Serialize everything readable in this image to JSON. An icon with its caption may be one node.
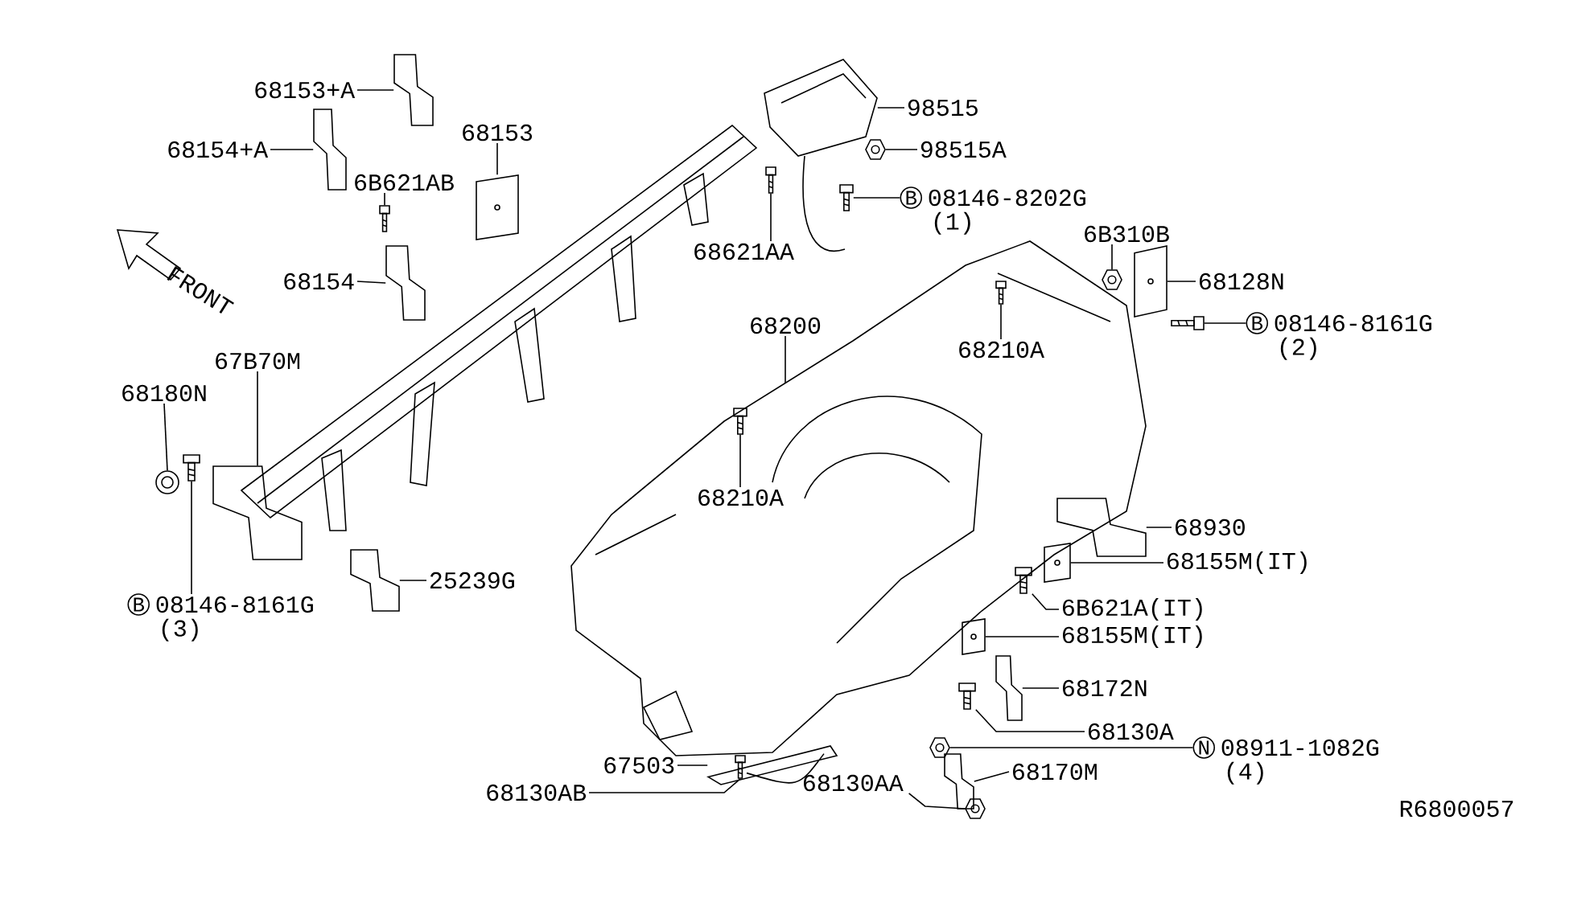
{
  "diagram": {
    "nodes": [
      {
        "text": [
          "68153+A"
        ]
      },
      {
        "text": [
          "68153"
        ]
      },
      {
        "text": [
          "68154+A"
        ]
      },
      {
        "text": [
          "6B621AB"
        ]
      },
      {
        "text": [
          "68154"
        ]
      },
      {
        "text": [
          "67B70M"
        ]
      },
      {
        "text": [
          "68180N"
        ]
      },
      {
        "text": [
          "B",
          "08146-8161G",
          "(3)"
        ]
      },
      {
        "text": [
          "25239G"
        ]
      },
      {
        "text": [
          "98515"
        ]
      },
      {
        "text": [
          "98515A"
        ]
      },
      {
        "text": [
          "B",
          "08146-8202G",
          "(1)"
        ]
      },
      {
        "text": [
          "68621AA"
        ]
      },
      {
        "text": [
          "6B310B"
        ]
      },
      {
        "text": [
          "68128N"
        ]
      },
      {
        "text": [
          "B",
          "08146-8161G",
          "(2)"
        ]
      },
      {
        "text": [
          "68200"
        ]
      },
      {
        "text": [
          "68210A"
        ]
      },
      {
        "text": [
          "68210A"
        ]
      },
      {
        "text": [
          "68930"
        ]
      },
      {
        "text": [
          "68155M(IT)"
        ]
      },
      {
        "text": [
          "6B621A(IT)"
        ]
      },
      {
        "text": [
          "68155M(IT)"
        ]
      },
      {
        "text": [
          "68172N"
        ]
      },
      {
        "text": [
          "68130A"
        ]
      },
      {
        "text": [
          "N",
          "08911-1082G",
          "(4)"
        ]
      },
      {
        "text": [
          "68170M"
        ]
      },
      {
        "text": [
          "67503"
        ]
      },
      {
        "text": [
          "68130AB"
        ]
      },
      {
        "text": [
          "68130AA"
        ]
      },
      {
        "text": [],
        "shape": "picture"
      },
      {
        "text": [],
        "shape": "picture"
      },
      {
        "text": [],
        "shape": "picture"
      },
      {
        "text": [],
        "shape": "picture"
      },
      {
        "text": [],
        "shape": "picture"
      },
      {
        "text": [],
        "shape": "picture"
      },
      {
        "text": [],
        "shape": "picture"
      },
      {
        "text": [],
        "shape": "picture"
      },
      {
        "text": [],
        "shape": "picture"
      },
      {
        "text": [],
        "shape": "picture"
      },
      {
        "text": [],
        "shape": "picture"
      },
      {
        "text": [],
        "shape": "picture"
      },
      {
        "text": [],
        "shape": "picture"
      },
      {
        "text": [],
        "shape": "picture"
      },
      {
        "text": [],
        "shape": "picture"
      },
      {
        "text": [],
        "shape": "picture"
      },
      {
        "text": [],
        "shape": "picture"
      },
      {
        "text": [],
        "shape": "picture"
      },
      {
        "text": [],
        "shape": "picture"
      },
      {
        "text": [],
        "shape": "picture"
      },
      {
        "text": [],
        "shape": "picture"
      },
      {
        "text": [],
        "shape": "picture"
      },
      {
        "text": [],
        "shape": "picture"
      },
      {
        "text": [],
        "shape": "picture"
      },
      {
        "text": [],
        "shape": "picture"
      },
      {
        "text": [],
        "shape": "picture"
      },
      {
        "text": [],
        "shape": "picture"
      },
      {
        "text": [],
        "shape": "picture"
      },
      {
        "text": [],
        "shape": "picture"
      }
    ],
    "edges": [
      {
        "from": 0,
        "to": 30,
        "arrow": "none"
      },
      {
        "from": 1,
        "to": 31,
        "arrow": "none"
      },
      {
        "from": 2,
        "to": 32,
        "arrow": "none"
      },
      {
        "from": 3,
        "to": 33,
        "arrow": "none"
      },
      {
        "from": 4,
        "to": 34,
        "arrow": "none"
      },
      {
        "from": 5,
        "to": 35,
        "arrow": "none"
      },
      {
        "from": 6,
        "to": 36,
        "arrow": "none"
      },
      {
        "from": 7,
        "to": 37,
        "arrow": "none"
      },
      {
        "from": 8,
        "to": 38,
        "arrow": "none"
      },
      {
        "from": 9,
        "to": 39,
        "arrow": "none"
      },
      {
        "from": 10,
        "to": 40,
        "arrow": "none"
      },
      {
        "from": 11,
        "to": 41,
        "arrow": "none"
      },
      {
        "from": 12,
        "to": 42,
        "arrow": "none"
      },
      {
        "from": 13,
        "to": 43,
        "arrow": "none"
      },
      {
        "from": 14,
        "to": 44,
        "arrow": "none"
      },
      {
        "from": 15,
        "to": 45,
        "arrow": "none"
      },
      {
        "from": 16,
        "to": null,
        "arrow": "none"
      },
      {
        "from": 17,
        "to": 46,
        "arrow": "none"
      },
      {
        "from": 18,
        "to": 47,
        "arrow": "none"
      },
      {
        "from": 19,
        "to": 48,
        "arrow": "none"
      },
      {
        "from": 20,
        "to": 49,
        "arrow": "none"
      },
      {
        "from": 21,
        "to": 50,
        "arrow": "none"
      },
      {
        "from": 22,
        "to": 51,
        "arrow": "none"
      },
      {
        "from": 23,
        "to": 52,
        "arrow": "none"
      },
      {
        "from": 24,
        "to": 53,
        "arrow": "none"
      },
      {
        "from": 25,
        "to": 54,
        "arrow": "none"
      },
      {
        "from": 26,
        "to": 55,
        "arrow": "none"
      },
      {
        "from": 27,
        "to": 56,
        "arrow": "none"
      },
      {
        "from": 28,
        "to": 57,
        "arrow": "none"
      },
      {
        "from": 29,
        "to": 58,
        "arrow": "none"
      }
    ],
    "labels": [
      "FRONT",
      "R6800057"
    ]
  }
}
